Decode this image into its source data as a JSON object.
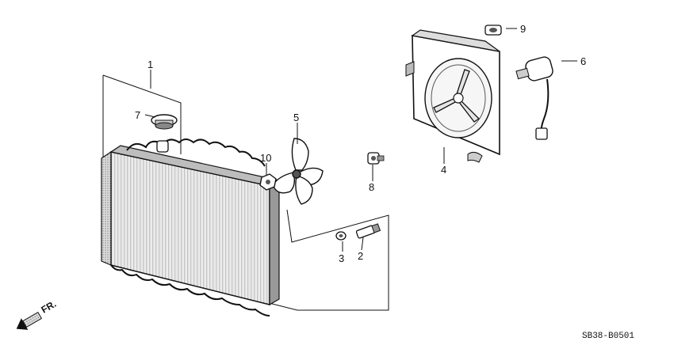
{
  "diagram": {
    "parts": [
      {
        "number": "1",
        "part": "radiator"
      },
      {
        "number": "2",
        "part": "drain-bolt"
      },
      {
        "number": "3",
        "part": "washer"
      },
      {
        "number": "4",
        "part": "fan-shroud"
      },
      {
        "number": "5",
        "part": "cooling-fan"
      },
      {
        "number": "6",
        "part": "fan-motor"
      },
      {
        "number": "7",
        "part": "radiator-cap"
      },
      {
        "number": "8",
        "part": "thermo-switch"
      },
      {
        "number": "9",
        "part": "grommet"
      },
      {
        "number": "10",
        "part": "fan-nut"
      }
    ],
    "direction_label": "FR.",
    "diagram_code": "SB38-B0501"
  }
}
